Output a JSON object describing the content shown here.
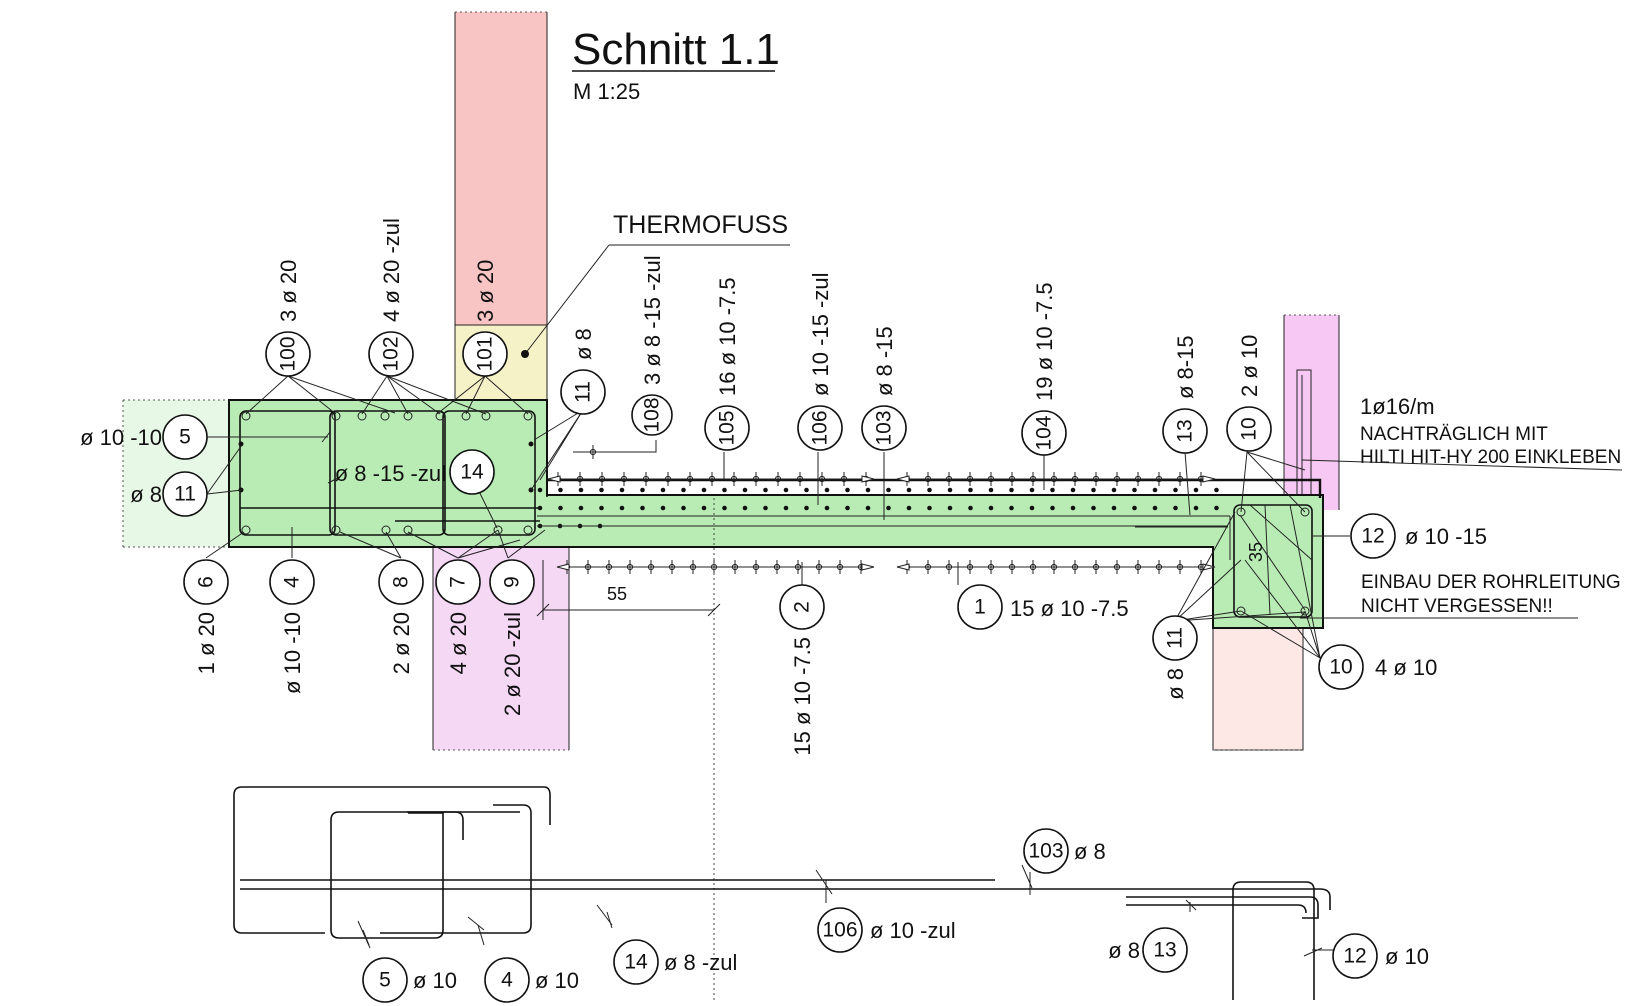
{
  "header": {
    "title": "Schnitt 1.1",
    "scale": "M 1:25"
  },
  "notes": {
    "thermofuss": "THERMOFUSS",
    "anchor_line1": "1ø16/m",
    "anchor_line2": "NACHTRÄGLICH MIT",
    "anchor_line3": "HILTI HIT-HY 200 EINKLEBEN",
    "pipe_line1": "EINBAU DER ROHRLEITUNG",
    "pipe_line2": "NICHT VERGESSEN!!"
  },
  "dims": {
    "d35": "35",
    "d55": "55"
  },
  "colors": {
    "wall_red": "#f9c4c4",
    "thermo_yellow": "#f6f2c8",
    "slab_green": "#b9ecb4",
    "light_green": "#e8f8e6",
    "wall_magenta": "#f8c8f4",
    "wall_purple": "#f4d8f4",
    "wall_pink": "#fde8e6"
  },
  "section_labels": {
    "m100": {
      "num": "100",
      "text": "3 ø 20"
    },
    "m102": {
      "num": "102",
      "text": "4 ø 20 -zul"
    },
    "m101": {
      "num": "101",
      "text": "3 ø 20"
    },
    "m11a": {
      "num": "11",
      "text": "ø 8"
    },
    "m108": {
      "num": "108",
      "text": "3 ø 8 -15 -zul"
    },
    "m105": {
      "num": "105",
      "text": "16 ø 10 -7.5"
    },
    "m106": {
      "num": "106",
      "text": "ø 10 -15 -zul"
    },
    "m103": {
      "num": "103",
      "text": "ø 8 -15"
    },
    "m104": {
      "num": "104",
      "text": "19 ø 10 -7.5"
    },
    "m13": {
      "num": "13",
      "text": "ø 8-15"
    },
    "m10a": {
      "num": "10",
      "text": "2 ø 10"
    },
    "m5": {
      "num": "5",
      "text": "ø 10 -10"
    },
    "m11b": {
      "num": "11",
      "text": "ø 8"
    },
    "m14": {
      "num": "14",
      "text": "ø 8 -15 -zul"
    },
    "m12": {
      "num": "12",
      "text": "ø 10 -15"
    },
    "m6": {
      "num": "6",
      "text": "1 ø 20"
    },
    "m4": {
      "num": "4",
      "text": "ø 10 -10"
    },
    "m8": {
      "num": "8",
      "text": "2 ø 20"
    },
    "m7": {
      "num": "7",
      "text": "4 ø 20"
    },
    "m9": {
      "num": "9",
      "text": "2 ø 20 -zul"
    },
    "m2": {
      "num": "2",
      "text": "15 ø 10 -7.5"
    },
    "m1": {
      "num": "1",
      "text": "15 ø 10 -7.5"
    },
    "m11c": {
      "num": "11",
      "text": "ø 8"
    },
    "m10b": {
      "num": "10",
      "text": "4 ø 10"
    }
  },
  "bending_labels": {
    "b5": {
      "num": "5",
      "text": "ø 10"
    },
    "b4": {
      "num": "4",
      "text": "ø 10"
    },
    "b14": {
      "num": "14",
      "text": "ø 8 -zul"
    },
    "b106": {
      "num": "106",
      "text": "ø 10 -zul"
    },
    "b103": {
      "num": "103",
      "text": "ø 8"
    },
    "b13": {
      "num": "13",
      "text": "ø 8"
    },
    "b12": {
      "num": "12",
      "text": "ø 10"
    }
  }
}
